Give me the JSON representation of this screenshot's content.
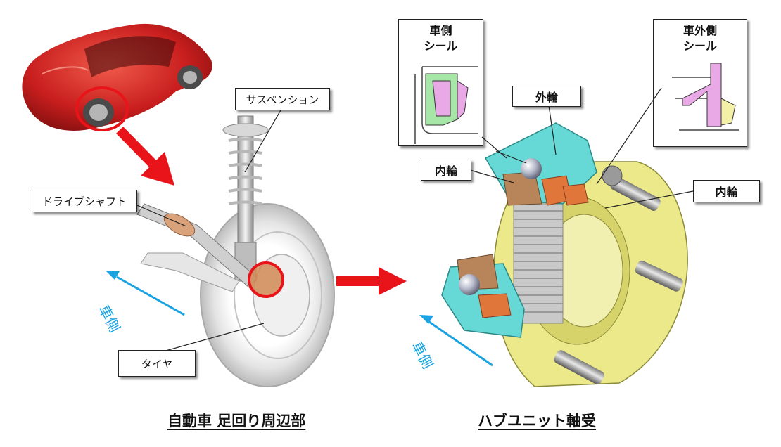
{
  "left_panel": {
    "labels": {
      "suspension": "サスペンション",
      "drive_shaft": "ドライブシャフト",
      "tire": "タイヤ"
    },
    "direction_label": "車側",
    "caption": "自動車 足回り周辺部"
  },
  "right_panel": {
    "labels": {
      "outer_ring": "外輪",
      "inner_ring_left": "内輪",
      "inner_ring_right": "内輪"
    },
    "inset_inner_seal": {
      "line1": "車側",
      "line2": "シール"
    },
    "inset_outer_seal": {
      "line1": "車外側",
      "line2": "シール"
    },
    "direction_label": "車側",
    "caption": "ハブユニット軸受"
  },
  "colors": {
    "arrow_red": "#e8141a",
    "direction_blue": "#1aa3e0",
    "outer_ring_cyan": "#66d9d6",
    "hub_yellow": "#ece98a",
    "roller_orange": "#e0763a",
    "seal_pink": "#e9a8e6",
    "seal_green": "#a6e6a6",
    "car_red": "#c81e1e"
  }
}
